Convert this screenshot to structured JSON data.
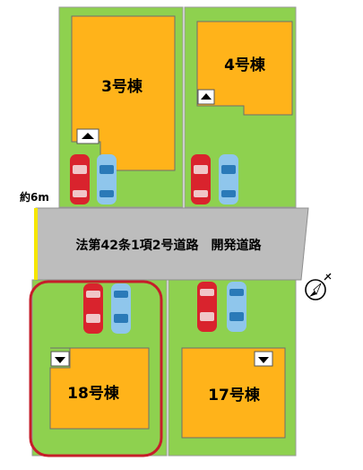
{
  "lots": [
    {
      "name": "3号棟"
    },
    {
      "name": "4号棟"
    },
    {
      "name": "18号棟",
      "highlighted": true
    },
    {
      "name": "17号棟"
    }
  ],
  "road": {
    "name": "法第42条1項2号道路　開発道路",
    "width_label": "約6m"
  },
  "compass": {
    "icon": "north-arrow-icon"
  },
  "entrance_icon": "triangle-marker-icon",
  "cars": {
    "colors": {
      "red": "#d9232d",
      "blue": "#8fc6ec"
    }
  },
  "colors": {
    "lawn": "#8ed14f",
    "building": "#ffb31a",
    "road": "#bdbdbd",
    "highlight": "#c61e2a",
    "width_marker": "#f5e600"
  }
}
